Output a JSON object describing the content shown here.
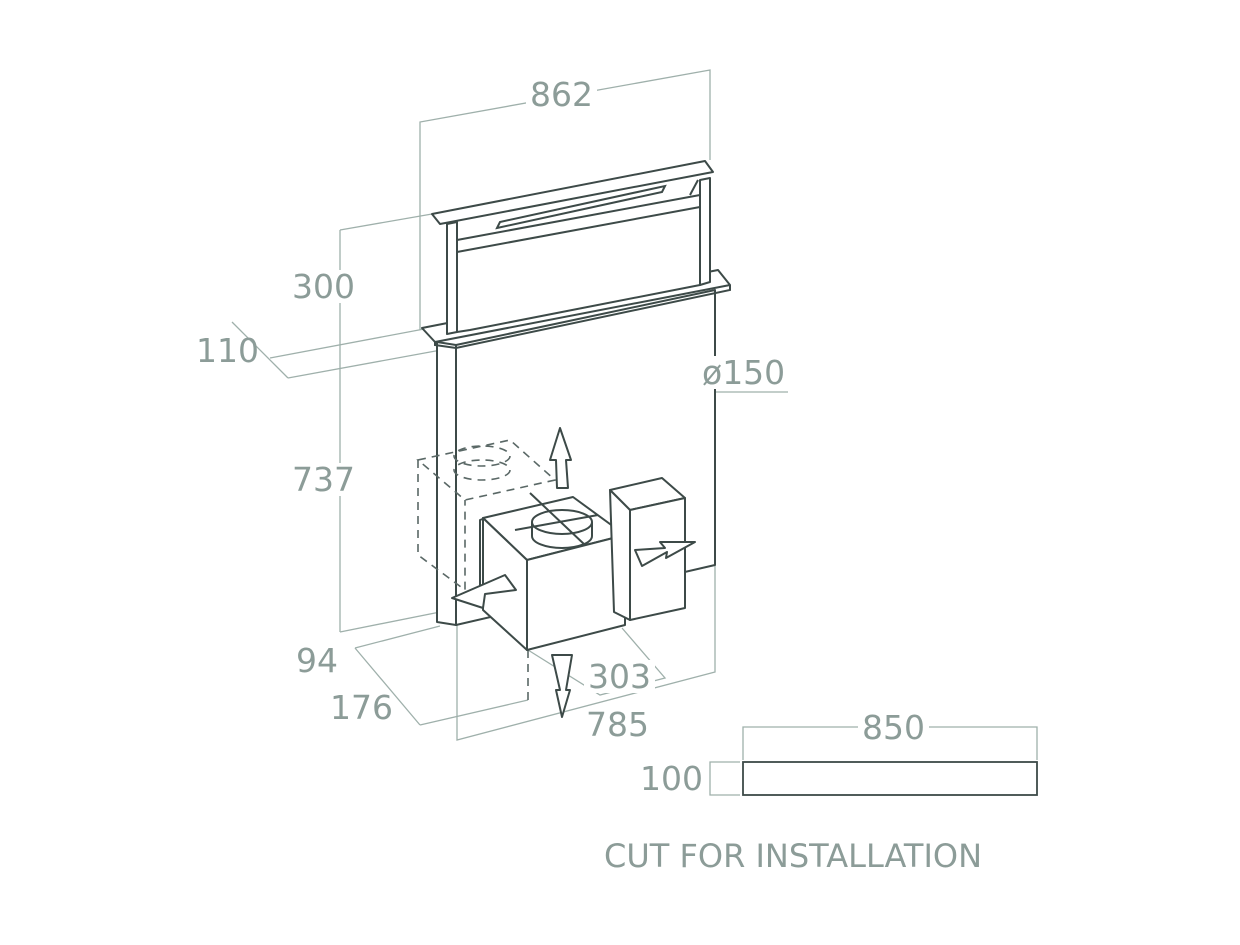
{
  "dimensions": {
    "width_top": "862",
    "panel_height": "300",
    "depth_top": "110",
    "diameter": "ø150",
    "body_height": "737",
    "offset_94": "94",
    "depth_176": "176",
    "box_303": "303",
    "width_785": "785",
    "cut_width": "850",
    "cut_height": "100"
  },
  "caption": "CUT FOR INSTALLATION",
  "colors": {
    "text": "#8c9c98",
    "outline": "#3d4a48",
    "dimension": "#9fb0ab"
  }
}
